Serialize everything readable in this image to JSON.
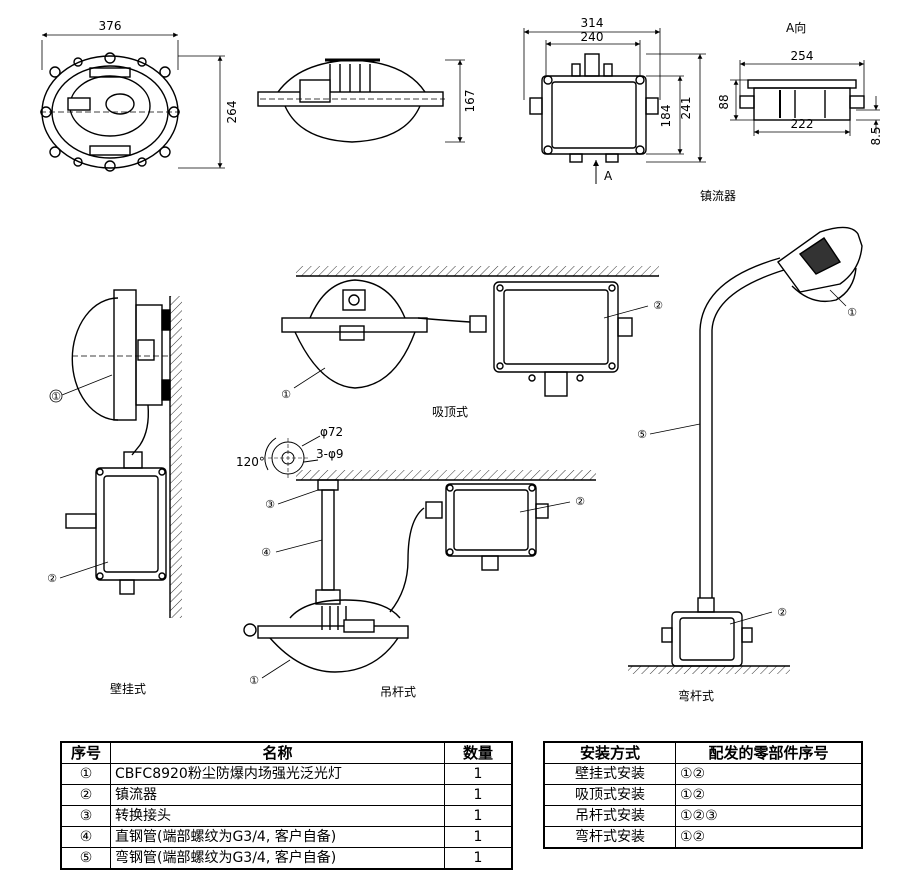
{
  "dimensions": {
    "lamp_front_width": "376",
    "lamp_front_height": "264",
    "lamp_side_height": "167",
    "ballast_outer_width": "314",
    "ballast_inner_width": "240",
    "ballast_outer_height": "241",
    "ballast_inner_height": "184",
    "view_a_title": "A向",
    "view_a_width": "254",
    "view_a_inner": "222",
    "view_a_height": "88",
    "view_a_offset": "8.5",
    "arrow_a": "A",
    "phi72": "φ72",
    "holes": "3-φ9",
    "angle": "120°"
  },
  "captions": {
    "ballast": "镇流器",
    "wall": "壁挂式",
    "ceiling": "吸顶式",
    "pendant": "吊杆式",
    "bent": "弯杆式"
  },
  "callouts": {
    "c1": "①",
    "c2": "②",
    "c3": "③",
    "c4": "④",
    "c5": "⑤"
  },
  "parts_table": {
    "headers": [
      "序号",
      "名称",
      "数量"
    ],
    "rows": [
      [
        "①",
        "CBFC8920粉尘防爆内场强光泛光灯",
        "1"
      ],
      [
        "②",
        "镇流器",
        "1"
      ],
      [
        "③",
        "转换接头",
        "1"
      ],
      [
        "④",
        "直钢管(端部螺纹为G3/4, 客户自备)",
        "1"
      ],
      [
        "⑤",
        "弯钢管(端部螺纹为G3/4, 客户自备)",
        "1"
      ]
    ]
  },
  "install_table": {
    "headers": [
      "安装方式",
      "配发的零部件序号"
    ],
    "rows": [
      [
        "壁挂式安装",
        "①②"
      ],
      [
        "吸顶式安装",
        "①②"
      ],
      [
        "吊杆式安装",
        "①②③"
      ],
      [
        "弯杆式安装",
        "①②"
      ]
    ]
  }
}
